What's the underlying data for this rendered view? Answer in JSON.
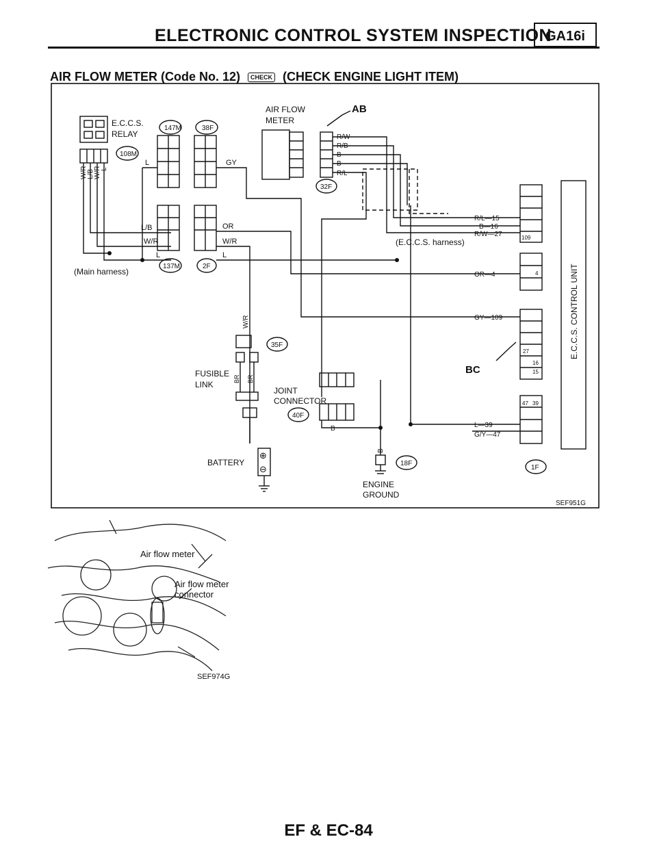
{
  "header": {
    "title": "ELECTRONIC CONTROL SYSTEM INSPECTION",
    "engine_code": "GA16i"
  },
  "section": {
    "title_start": "AIR FLOW METER (Code No. 12)",
    "check_icon_label": "CHECK",
    "title_end": "(CHECK ENGINE LIGHT ITEM)"
  },
  "diagram": {
    "relay_label": "E.C.C.S.",
    "relay_label2": "RELAY",
    "airflow_label": "AIR FLOW",
    "airflow_label2": "METER",
    "detail_ab": "AB",
    "detail_bc": "BC",
    "main_harness": "(Main harness)",
    "eccs_harness": "(E.C.C.S. harness)",
    "fusible_link": "FUSIBLE",
    "fusible_link2": "LINK",
    "joint_connector": "JOINT",
    "joint_connector2": "CONNECTOR",
    "battery": "BATTERY",
    "engine_ground": "ENGINE",
    "engine_ground2": "GROUND",
    "control_unit": "E.C.C.S. CONTROL UNIT",
    "figure_id": "SEF951G",
    "connectors": {
      "c147m": "147M",
      "c38f": "38F",
      "c108m": "108M",
      "c137m": "137M",
      "c2f": "2F",
      "c32f": "32F",
      "c35f": "35F",
      "c40f": "40F",
      "c18f": "18F",
      "c1f": "1F"
    },
    "wires": {
      "w_l": "L",
      "w_gy": "GY",
      "w_lb": "L/B",
      "w_or": "OR",
      "w_wr": "W/R",
      "w_l2": "L",
      "w_wr2": "W/R",
      "w_l3": "L",
      "w_rw": "R/W",
      "w_rb": "R/B",
      "w_b1": "B",
      "w_b2": "B",
      "w_rl": "R/L",
      "relay_wr": "W/R",
      "relay_lb": "L/B",
      "relay_wr2": "W/R",
      "relay_l": "L",
      "vert_wr": "W/R",
      "fl_br1": "BR",
      "fl_br2": "BR",
      "jc_b": "B",
      "gnd_b": "B"
    },
    "terminals": {
      "t15": "R/L—15",
      "t16": "B—16",
      "t27": "R/W—27",
      "t4": "OR—4",
      "t109": "GY—109",
      "t39": "L—39",
      "t47": "G/Y—47"
    },
    "pins": {
      "p109": "109",
      "p4": "4",
      "p27": "27",
      "p16": "16",
      "p15": "15",
      "p47": "47",
      "p39": "39"
    },
    "polarity": {
      "plus": "⊕",
      "minus": "⊖"
    }
  },
  "photo": {
    "label_meter": "Air flow meter",
    "label_connector": "Air flow meter",
    "label_connector2": "connector",
    "figure_id": "SEF974G"
  },
  "footer": {
    "page": "EF & EC-84"
  }
}
